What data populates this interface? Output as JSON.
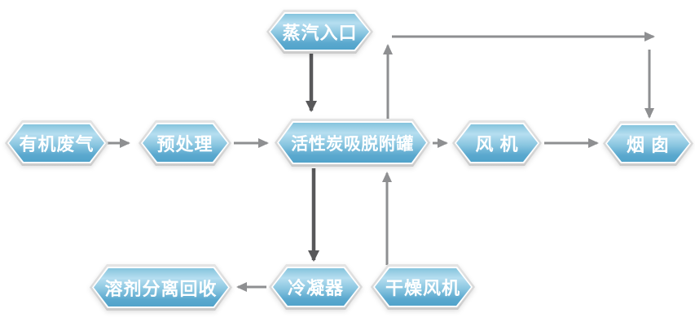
{
  "diagram": {
    "description": "VOC treatment process flow diagram with activated carbon adsorption-desorption",
    "nodes": {
      "steam_inlet": {
        "label": "蒸汽入口"
      },
      "organic_waste_gas": {
        "label": "有机废气"
      },
      "pretreatment": {
        "label": "预处理"
      },
      "carbon_tank": {
        "label": "活性炭吸脱附罐"
      },
      "fan": {
        "label": "风 机"
      },
      "chimney": {
        "label": "烟 囱"
      },
      "solvent_recovery": {
        "label": "溶剂分离回收"
      },
      "condenser": {
        "label": "冷凝器"
      },
      "drying_fan": {
        "label": "干燥风机"
      }
    },
    "edges": [
      {
        "from": "organic_waste_gas",
        "to": "pretreatment",
        "style": "light"
      },
      {
        "from": "pretreatment",
        "to": "carbon_tank",
        "style": "light"
      },
      {
        "from": "steam_inlet",
        "to": "carbon_tank",
        "style": "dark"
      },
      {
        "from": "carbon_tank",
        "to": "fan",
        "style": "light"
      },
      {
        "from": "fan",
        "to": "chimney",
        "style": "light"
      },
      {
        "from": "carbon_tank",
        "to": "chimney",
        "style": "light",
        "route": "up-over-top-then-down"
      },
      {
        "from": "carbon_tank",
        "to": "condenser",
        "style": "dark"
      },
      {
        "from": "condenser",
        "to": "solvent_recovery",
        "style": "light"
      },
      {
        "from": "drying_fan",
        "to": "carbon_tank",
        "style": "light"
      }
    ],
    "colors": {
      "node_fill_top": "#b6def0",
      "node_fill_bottom": "#51a3ca",
      "node_border": "#d8d8d8",
      "node_inner_ring": "#ffffff",
      "node_text": "#ffffff",
      "arrow_light": "#8e8f91",
      "arrow_dark": "#58585a",
      "background": "#ffffff"
    }
  }
}
